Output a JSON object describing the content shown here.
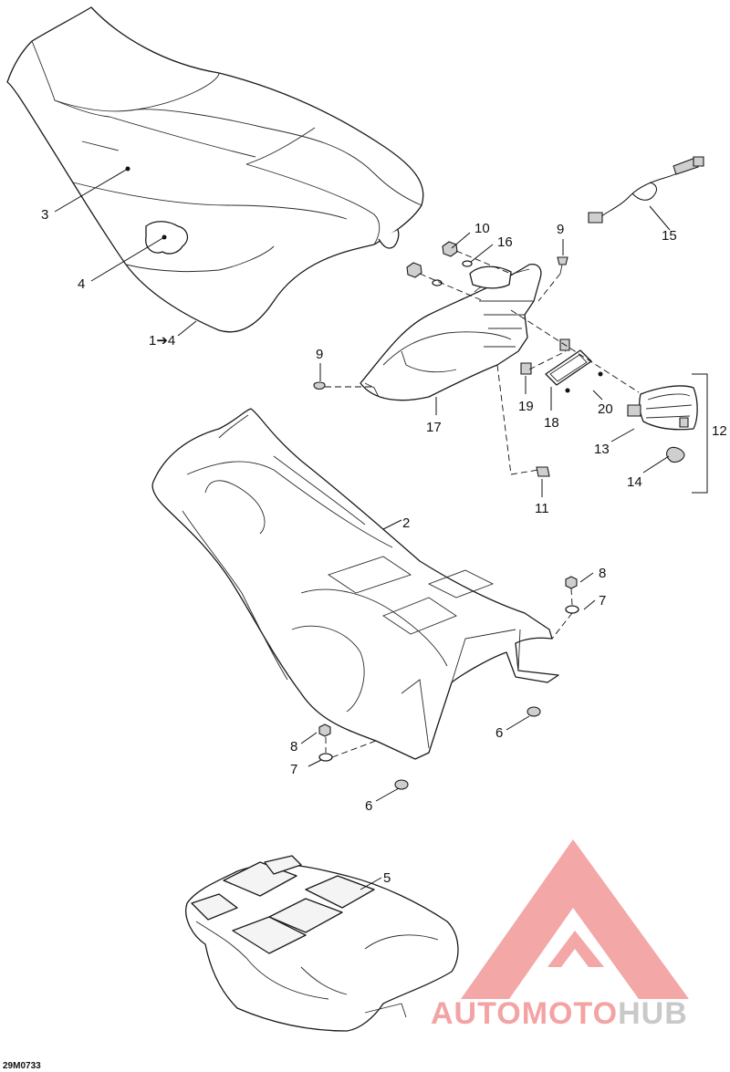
{
  "callouts": {
    "c1": "1➔4",
    "c2": "2",
    "c3": "3",
    "c4": "4",
    "c5": "5",
    "c6a": "6",
    "c6b": "6",
    "c7a": "7",
    "c7b": "7",
    "c8a": "8",
    "c8b": "8",
    "c9a": "9",
    "c9b": "9",
    "c10": "10",
    "c11": "11",
    "c12": "12",
    "c13": "13",
    "c14": "14",
    "c15": "15",
    "c16": "16",
    "c17": "17",
    "c18": "18",
    "c19": "19",
    "c20": "20"
  },
  "drawing_code": "29M0733",
  "watermark": {
    "part1": "AUTO",
    "part2": "MOTO",
    "part3": "HUB",
    "color_primary": "#f4a3a3",
    "color_secondary": "#c9c9c9",
    "color_logo": "#f08a8a"
  }
}
